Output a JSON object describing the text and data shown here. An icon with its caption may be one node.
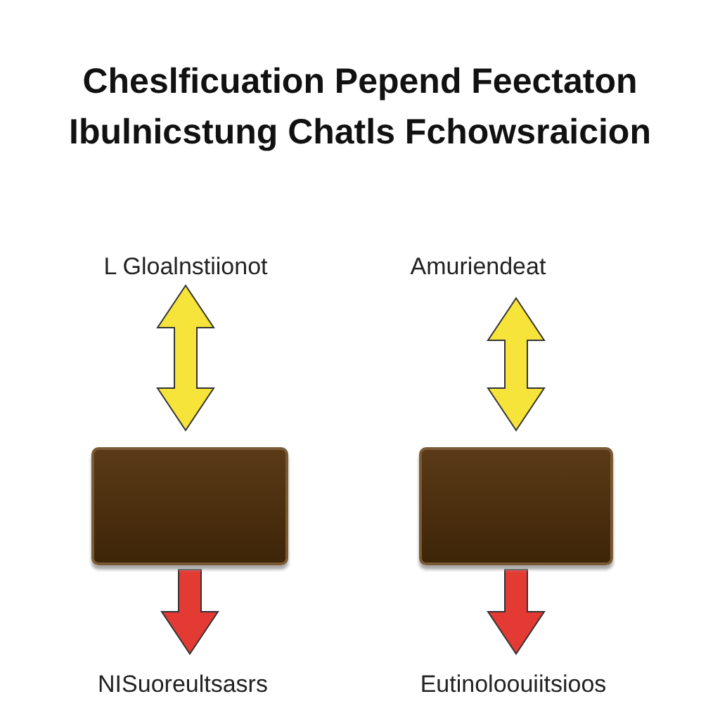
{
  "diagram": {
    "title": "Cheslficuation Pepend Feectaton Ibulnicstung Chatls Fchowsraicion",
    "nodes": [
      {
        "text": [
          "L Gloalnstiionot"
        ]
      },
      {
        "text": [
          "Amuriendeat"
        ]
      },
      {
        "text": [],
        "shape": "box"
      },
      {
        "text": [],
        "shape": "box"
      },
      {
        "text": [
          "NISuoreultsasrs"
        ]
      },
      {
        "text": [
          "Eutinoloouiitsioos"
        ]
      }
    ],
    "edges": [
      {
        "from": 0,
        "to": 2,
        "arrow": "both",
        "color": "#f7e43a"
      },
      {
        "from": 1,
        "to": 3,
        "arrow": "both",
        "color": "#f7e43a"
      },
      {
        "from": 2,
        "to": 4,
        "arrow": "to",
        "color": "#e43a34"
      },
      {
        "from": 3,
        "to": 5,
        "arrow": "to",
        "color": "#e43a34"
      }
    ]
  }
}
